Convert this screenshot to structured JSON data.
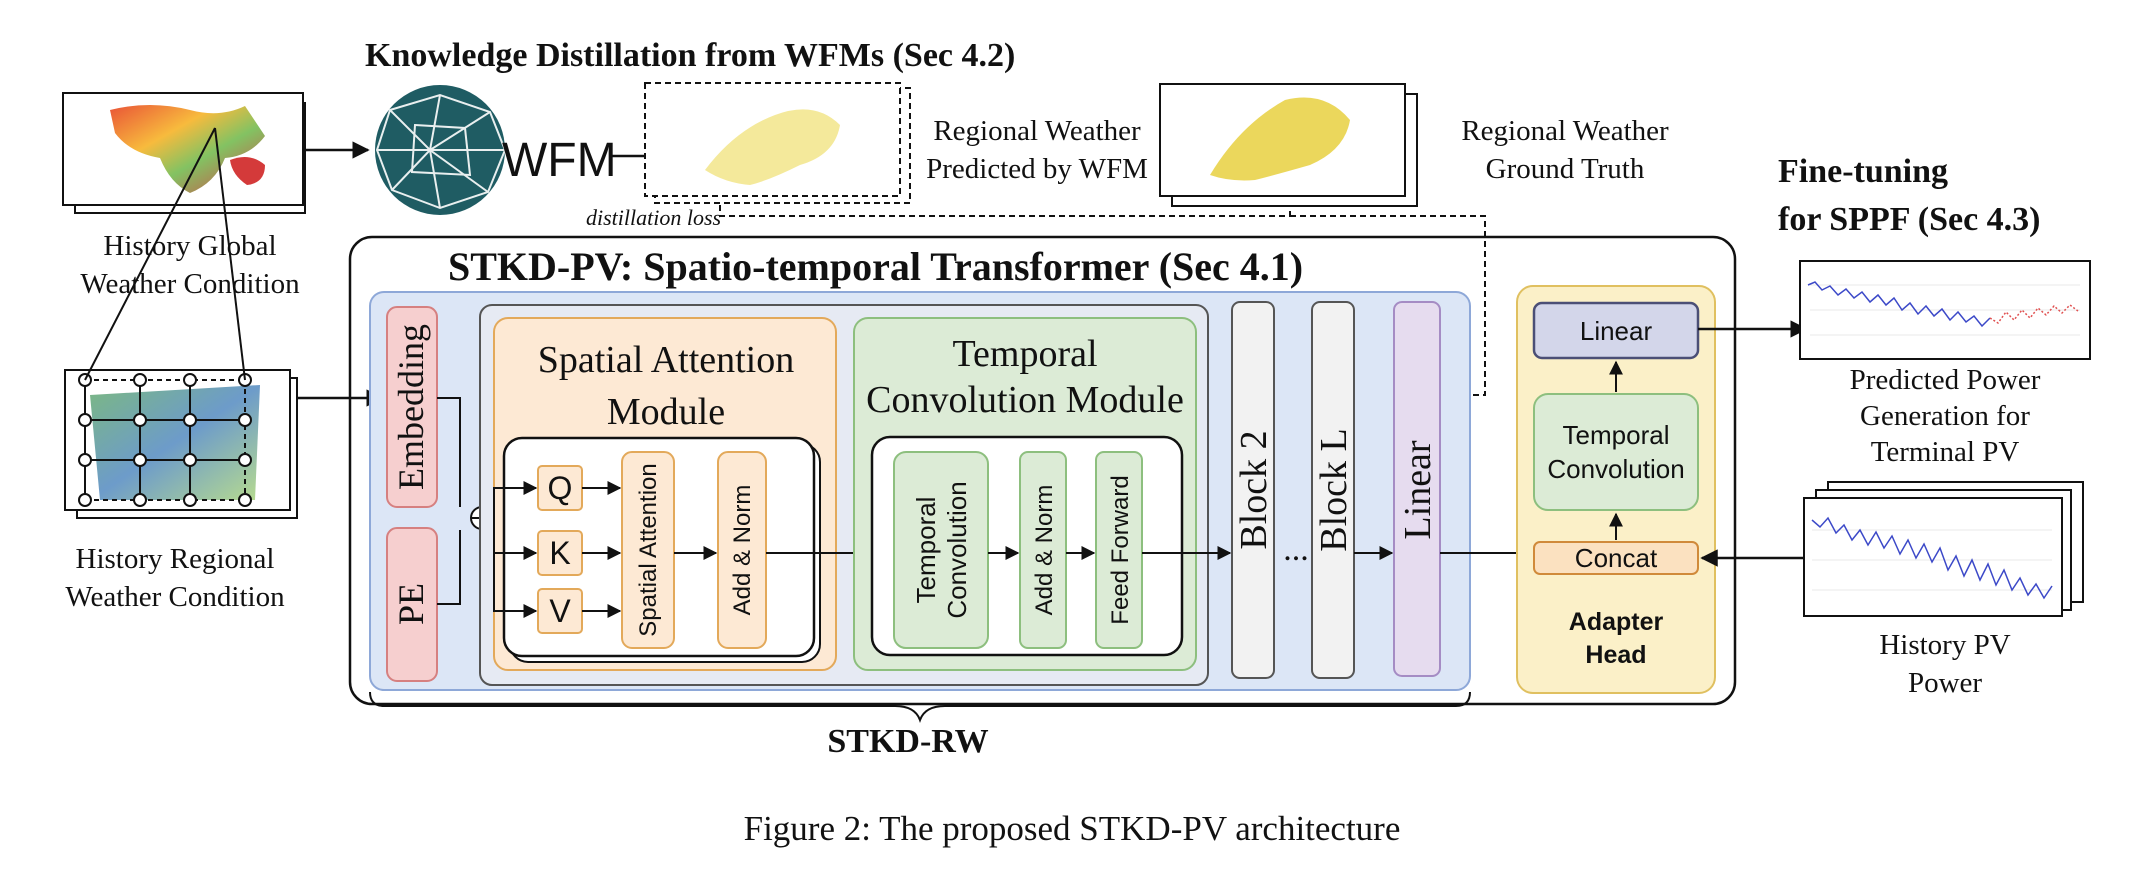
{
  "titles": {
    "knowledge_distillation": "Knowledge Distillation from WFMs (Sec 4.2)",
    "fine_tuning_line1": "Fine-tuning",
    "fine_tuning_line2": "for SPPF (Sec 4.3)",
    "transformer": "STKD-PV: Spatio-temporal Transformer (Sec 4.1)",
    "stkd_rw": "STKD-RW",
    "caption": "Figure 2: The proposed STKD-PV architecture"
  },
  "labels": {
    "wfm": "WFM",
    "history_global_l1": "History Global",
    "history_global_l2": "Weather Condition",
    "history_regional_l1": "History Regional",
    "history_regional_l2": "Weather Condition",
    "predicted_by_wfm_l1": "Regional Weather",
    "predicted_by_wfm_l2": "Predicted by WFM",
    "ground_truth_l1": "Regional Weather",
    "ground_truth_l2": "Ground Truth",
    "distillation_loss": "distillation loss",
    "predicted_power_l1": "Predicted Power",
    "predicted_power_l2": "Generation for",
    "predicted_power_l3": "Terminal PV",
    "history_pv_l1": "History PV",
    "history_pv_l2": "Power"
  },
  "blocks": {
    "embedding": "Embedding",
    "pe": "PE",
    "spatial_module_l1": "Spatial Attention",
    "spatial_module_l2": "Module",
    "q": "Q",
    "k": "K",
    "v": "V",
    "spatial_attention": "Spatial Attention",
    "add_norm_1": "Add & Norm",
    "temporal_module_l1": "Temporal",
    "temporal_module_l2": "Convolution Module",
    "temporal_conv_l1": "Temporal",
    "temporal_conv_l2": "Convolution",
    "add_norm_2": "Add & Norm",
    "feed_forward": "Feed Forward",
    "block2": "Block 2",
    "ellipsis": "...",
    "blockL": "Block L",
    "linear_main": "Linear"
  },
  "adapter": {
    "linear": "Linear",
    "temporal_conv_l1": "Temporal",
    "temporal_conv_l2": "Convolution",
    "concat": "Concat",
    "head_l1": "Adapter",
    "head_l2": "Head"
  },
  "colors": {
    "blue_panel": "#dce6f6",
    "orange_panel": "#fde9d4",
    "orange_border": "#e3a95a",
    "green_panel": "#dcebd6",
    "green_border": "#8dbf7e",
    "pink_fill": "#f6cfcf",
    "pink_border": "#d68080",
    "purple_fill": "#e6dcef",
    "purple_border": "#a58cc4",
    "yellow_panel": "#fbf0c8",
    "yellow_border": "#e0c060",
    "slate_fill": "#d3d6ea",
    "slate_border": "#4b4f76",
    "globe": "#1f5c63"
  },
  "icons": [
    "globe-icon",
    "global-weather-map-icon",
    "regional-weather-grid-icon",
    "predicted-power-plot-icon",
    "history-pv-plot-icon"
  ]
}
